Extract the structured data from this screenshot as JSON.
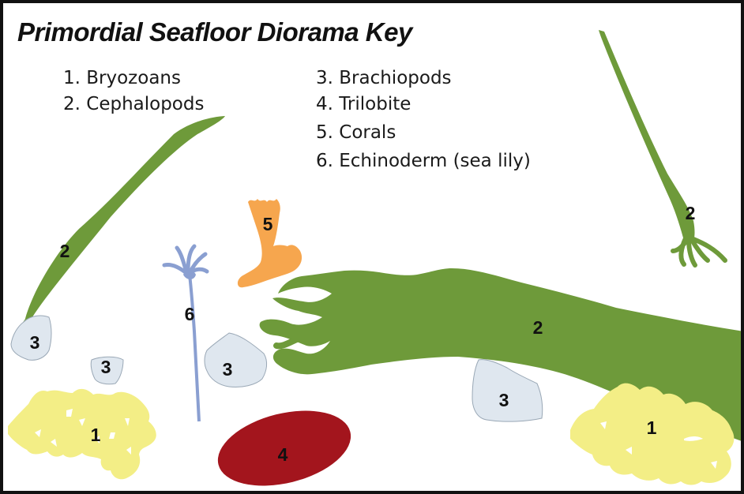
{
  "title": "Primordial Seafloor Diorama Key",
  "legend": [
    "1. Bryozoans",
    "2. Cephalopods",
    "3. Brachiopods",
    "4. Trilobite",
    "5. Corals",
    "6. Echinoderm (sea lily)"
  ],
  "labels": {
    "bryozoan_left": "1",
    "bryozoan_right": "1",
    "cephalopod_upper_left": "2",
    "cephalopod_upper_right": "2",
    "cephalopod_large": "2",
    "brachiopod_far_left": "3",
    "brachiopod_small": "3",
    "brachiopod_center": "3",
    "brachiopod_right": "3",
    "trilobite": "4",
    "coral": "5",
    "echinoderm": "6"
  },
  "colors": {
    "bryozoan": "#f3ee86",
    "cephalopod": "#6e9a3a",
    "brachiopod": "#dfe7ef",
    "trilobite": "#a3151d",
    "coral": "#f6a64e",
    "echinoderm": "#8a9fd1",
    "frame": "#111111"
  }
}
